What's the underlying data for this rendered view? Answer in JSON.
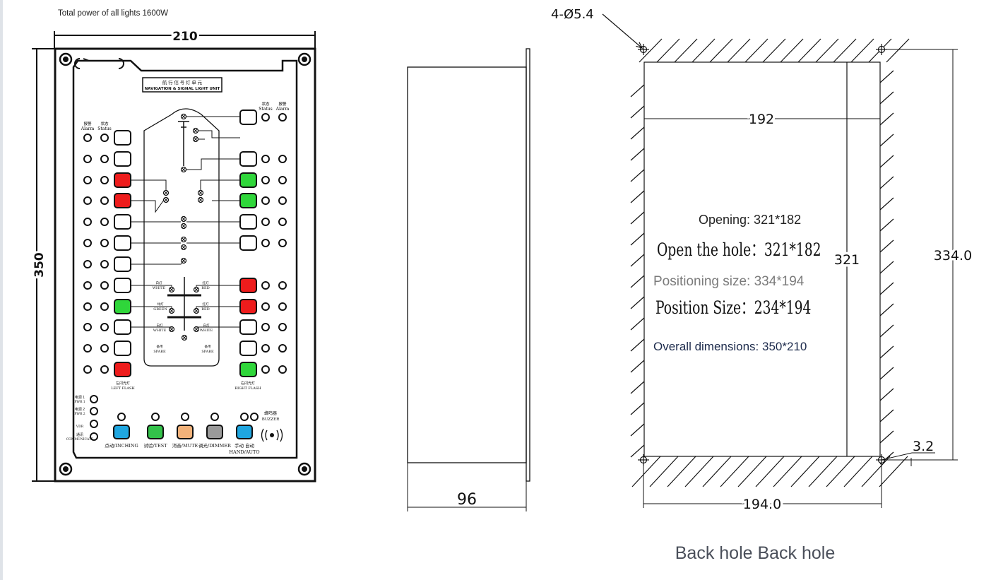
{
  "power_note": "Total power of all lights 1600W",
  "front_panel": {
    "width_dim": "210",
    "height_dim": "350",
    "title_cn": "航 行 信 号 灯 单 元",
    "title_en": "NAVIGATION & SIGNAL LIGHT UNIT",
    "col_alarm": "Alarm",
    "col_status": "Status",
    "col_alarm_cn": "报警",
    "col_status_cn": "状态",
    "left_flash": "LEFT FLASH",
    "right_flash": "RIGHT FLASH",
    "left_flash_cn": "左闪光灯",
    "right_flash_cn": "右闪光灯",
    "indicators": [
      {
        "cn": "电源 1",
        "en": "PWR 1"
      },
      {
        "cn": "电源 2",
        "en": "PWR 2"
      },
      {
        "cn": "",
        "en": "VDR"
      },
      {
        "cn": "通讯",
        "en": "COMMUNICATE"
      }
    ],
    "buzzer": "BUZZER",
    "buzzer_cn": "蜂鸣器",
    "buttons": [
      {
        "label": "点动/INCHING",
        "color": "#1fa6e0"
      },
      {
        "label": "试验/TEST",
        "color": "#33c24a"
      },
      {
        "label": "消音/MUTE",
        "color": "#f2b27a"
      },
      {
        "label": "调光/DIMMER",
        "color": "#9a9a9a"
      },
      {
        "label": "手动 自动",
        "label2": "HAND/AUTO",
        "color": "#1fa6e0"
      }
    ],
    "ship_labels": {
      "white": "WHITE",
      "green": "GREEN",
      "red": "RED",
      "spare": "SPARE",
      "white_cn": "白灯",
      "green_cn": "绿灯",
      "red_cn": "红灯",
      "spare_cn": "备用"
    }
  },
  "side_view": {
    "depth_dim": "96"
  },
  "back_view": {
    "holes_dim": "4-Ø5.4",
    "inner_width": "192",
    "inner_height": "321",
    "outer_height": "334.0",
    "outer_width": "194.0",
    "offset": "3.2",
    "notes": {
      "opening": "Opening: 321*182",
      "open_hole": "Open the hole：321*182",
      "positioning": "Positioning size: 334*194",
      "position_size": "Position Size：234*194",
      "overall": "Overall dimensions: 350*210"
    }
  },
  "caption": "Back hole Back hole",
  "colors": {
    "red": "#ee1c1c",
    "green": "#2fd63a",
    "line": "#111111",
    "caption": "#4a4f5a"
  }
}
